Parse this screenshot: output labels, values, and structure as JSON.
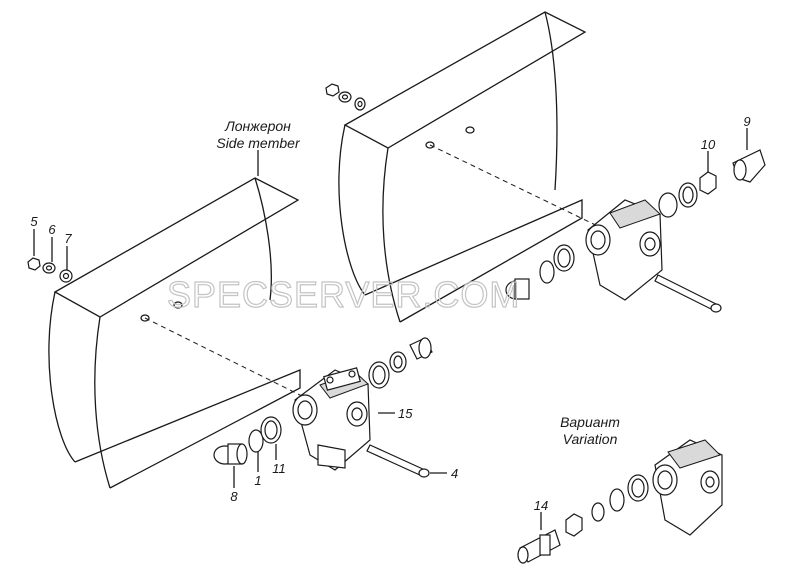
{
  "captions": {
    "side_member_ru": "Лонжерон",
    "side_member_en": "Side member",
    "variation_ru": "Вариант",
    "variation_en": "Variation"
  },
  "callouts": {
    "c1": "1",
    "c4": "4",
    "c5": "5",
    "c6": "6",
    "c7": "7",
    "c8": "8",
    "c9": "9",
    "c10": "10",
    "c11": "11",
    "c14": "14",
    "c15": "15"
  },
  "watermark": "SPECSERVER.COM"
}
